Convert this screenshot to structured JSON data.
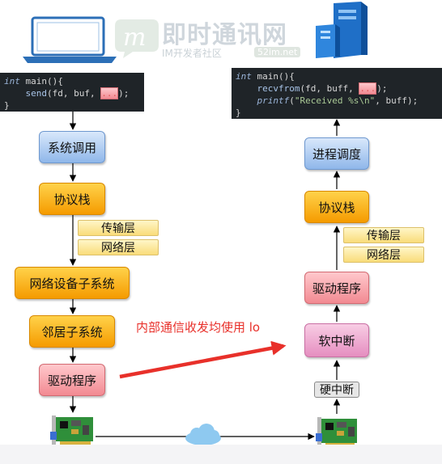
{
  "watermark": {
    "title": "即时通讯网",
    "subtitle": "IM开发者社区",
    "site": "52im.net"
  },
  "left_code": {
    "line1_kw": "int",
    "line1_rest": " main(){",
    "line2_fn": "send",
    "line2_args": "(fd, buf, ",
    "line2_dots": "...",
    "line2_end": ");",
    "line3": "}"
  },
  "right_code": {
    "line1_kw": "int",
    "line1_rest": " main(){",
    "line2_fn": "recvfrom",
    "line2_args": "(fd, buff, ",
    "line2_dots": "...",
    "line2_end": ");",
    "line3_fn": "printf",
    "line3_paren": "(",
    "line3_str": "\"Received %s\\n\"",
    "line3_end": ", buff);",
    "line4": "}"
  },
  "left_stack": {
    "syscall": "系统调用",
    "protocol_stack": "协议栈",
    "transport_layer": "传输层",
    "network_layer": "网络层",
    "net_device_subsystem": "网络设备子系统",
    "neighbor_subsystem": "邻居子系统",
    "driver": "驱动程序"
  },
  "right_stack": {
    "process_scheduling": "进程调度",
    "protocol_stack": "协议栈",
    "transport_layer": "传输层",
    "network_layer": "网络层",
    "driver": "驱动程序",
    "soft_irq": "软中断",
    "hard_irq": "硬中断"
  },
  "annotation": "内部通信收发均使用 lo",
  "colors": {
    "arrow_red": "#e8302a",
    "line": "#000000",
    "cloud": "#8ec9f0"
  }
}
